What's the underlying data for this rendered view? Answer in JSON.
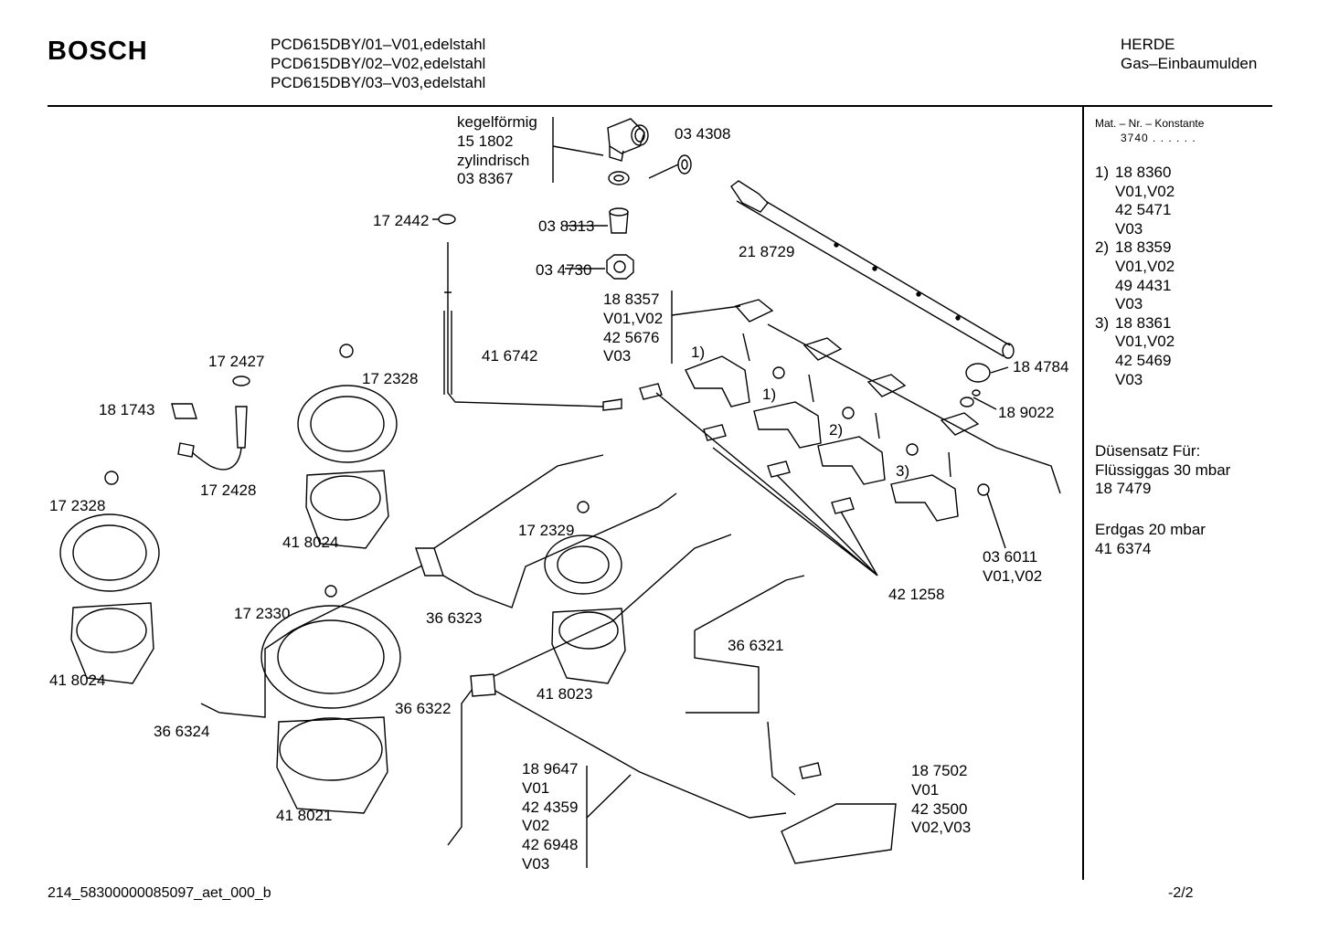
{
  "header": {
    "brand": "BOSCH",
    "models": [
      "PCD615DBY/01–V01,edelstahl",
      "PCD615DBY/02–V02,edelstahl",
      "PCD615DBY/03–V03,edelstahl"
    ],
    "category": [
      "HERDE",
      "Gas–Einbaumulden"
    ]
  },
  "sidebar": {
    "title": "Mat. – Nr. – Konstante",
    "constant": "3740  .  .     .  .  .  .",
    "groups": [
      {
        "key": "1)",
        "lines": [
          "18 8360",
          "V01,V02",
          "42 5471",
          "V03"
        ]
      },
      {
        "key": "2)",
        "lines": [
          "18 8359",
          "V01,V02",
          "49 4431",
          "V03"
        ]
      },
      {
        "key": "3)",
        "lines": [
          "18 8361",
          "V01,V02",
          "42 5469",
          "V03"
        ]
      }
    ],
    "nozzle_set": [
      "Düsensatz Für:",
      "Flüssiggas 30 mbar",
      "18 7479"
    ],
    "natural_gas": [
      "Erdgas 20 mbar",
      "41 6374"
    ]
  },
  "labels": {
    "kegel_block": [
      "kegelförmig",
      "15 1802",
      "zylindrisch",
      "03 8367"
    ],
    "p034308": "03 4308",
    "p172442": "17 2442",
    "p038313": "03 8313",
    "p034730": "03 4730",
    "p218729": "21 8729",
    "v188357": [
      "18 8357",
      "V01,V02",
      "42 5676",
      "V03"
    ],
    "p416742": "41 6742",
    "p172427": "17 2427",
    "p172328a": "17 2328",
    "p181743": "18 1743",
    "p172428": "17 2428",
    "p172328b": "17 2328",
    "p418024a": "41 8024",
    "p172329": "17 2329",
    "p418024b": "41 8024",
    "p172330": "17 2330",
    "p366323": "36 6323",
    "p366321": "36 6321",
    "p418023": "41 8023",
    "p366322": "36 6322",
    "p366324": "36 6324",
    "p418021": "41 8021",
    "v189647": [
      "18 9647",
      "V01",
      "42 4359",
      "V02",
      "42 6948",
      "V03"
    ],
    "v187502": [
      "18 7502",
      "V01",
      "42 3500",
      "V02,V03"
    ],
    "p184784": "18 4784",
    "p189022": "18 9022",
    "v036011": [
      "03 6011",
      "V01,V02"
    ],
    "p421258": "42 1258",
    "mark1a": "1)",
    "mark1b": "1)",
    "mark2": "2)",
    "mark3": "3)"
  },
  "footer": {
    "doc_id": "214_58300000085097_aet_000_b",
    "page": "-2/2"
  }
}
